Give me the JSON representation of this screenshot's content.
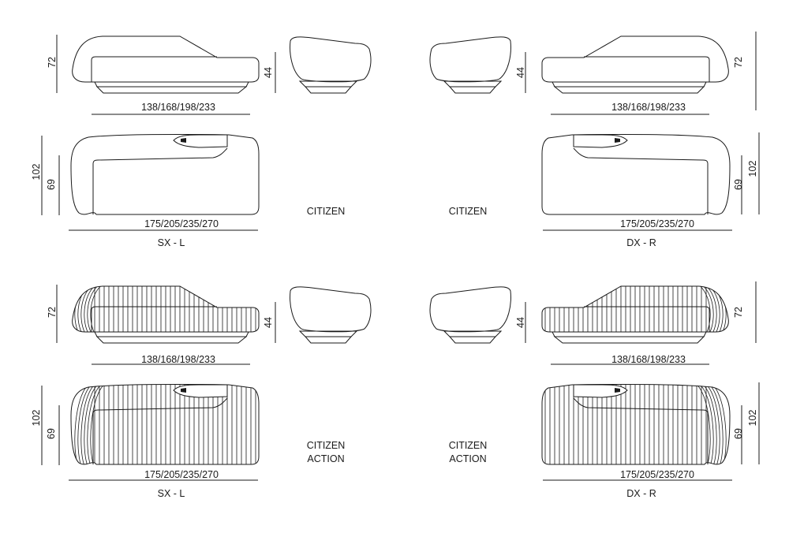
{
  "product": {
    "name_standard": "CITIZEN",
    "name_action_line1": "CITIZEN",
    "name_action_line2": "ACTION"
  },
  "dimensions": {
    "back_height": "72",
    "side_height": "44",
    "side_length": "138/168/198/233",
    "depth_total": "102",
    "depth_seat": "69",
    "total_length": "175/205/235/270"
  },
  "versions": {
    "left": "SX - L",
    "right": "DX - R"
  }
}
